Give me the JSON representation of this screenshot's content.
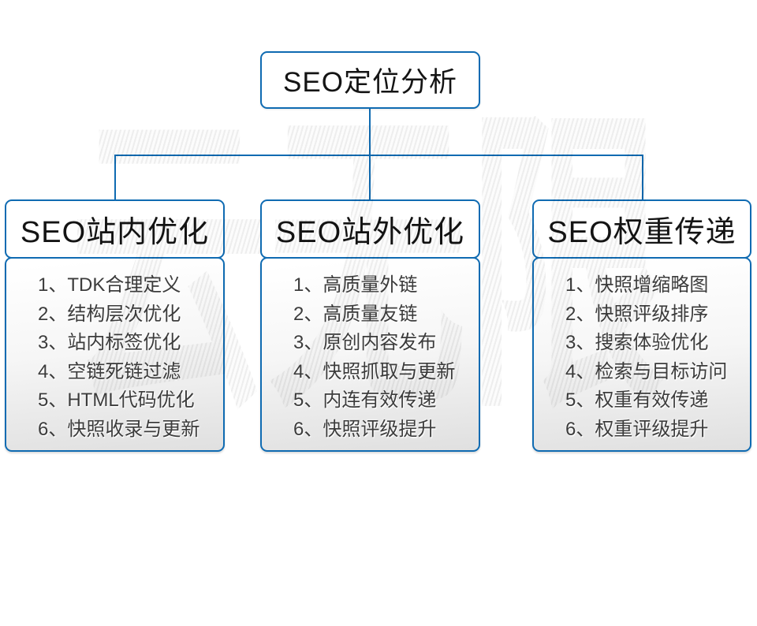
{
  "watermark": {
    "text": "云无限",
    "chars": [
      "云",
      "无",
      "限"
    ]
  },
  "root": {
    "title": "SEO定位分析"
  },
  "columns": [
    {
      "header": "SEO站内优化",
      "items": [
        "1、TDK合理定义",
        "2、结构层次优化",
        "3、站内标签优化",
        "4、空链死链过滤",
        "5、HTML代码优化",
        "6、快照收录与更新"
      ]
    },
    {
      "header": "SEO站外优化",
      "items": [
        "1、高质量外链",
        "2、高质量友链",
        "3、原创内容发布",
        "4、快照抓取与更新",
        "5、内连有效传递",
        "6、快照评级提升"
      ]
    },
    {
      "header": "SEO权重传递",
      "items": [
        "1、快照增缩略图",
        "2、快照评级排序",
        "3、搜索体验优化",
        "4、检索与目标访问",
        "5、权重有效传递",
        "6、权重评级提升"
      ]
    }
  ],
  "colors": {
    "accent_blue": "#0f6bb2",
    "header_text": "#141414",
    "list_text": "#3c3c3c",
    "list_bg_top": "#ffffff",
    "list_bg_bottom": "#e0e0e0"
  }
}
